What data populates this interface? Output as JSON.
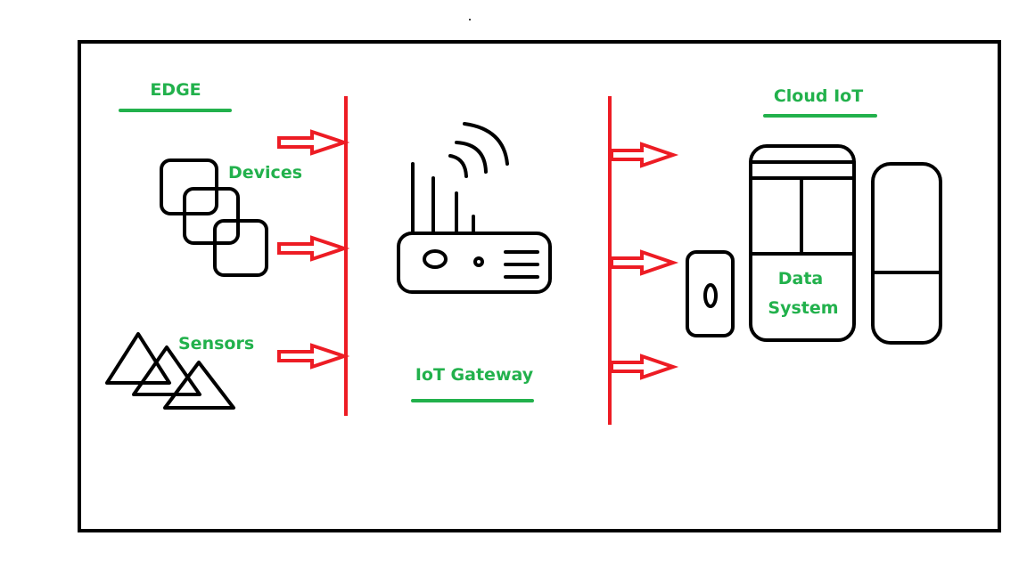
{
  "colors": {
    "label": "#22b14c",
    "connector": "#ed1c24",
    "outline": "#000000"
  },
  "edge": {
    "title": "EDGE",
    "devices_label": "Devices",
    "sensors_label": "Sensors"
  },
  "gateway": {
    "title": "IoT Gateway",
    "icon": "router-icon"
  },
  "cloud": {
    "title": "Cloud IoT",
    "data_system_line1": "Data",
    "data_system_line2": "System"
  }
}
